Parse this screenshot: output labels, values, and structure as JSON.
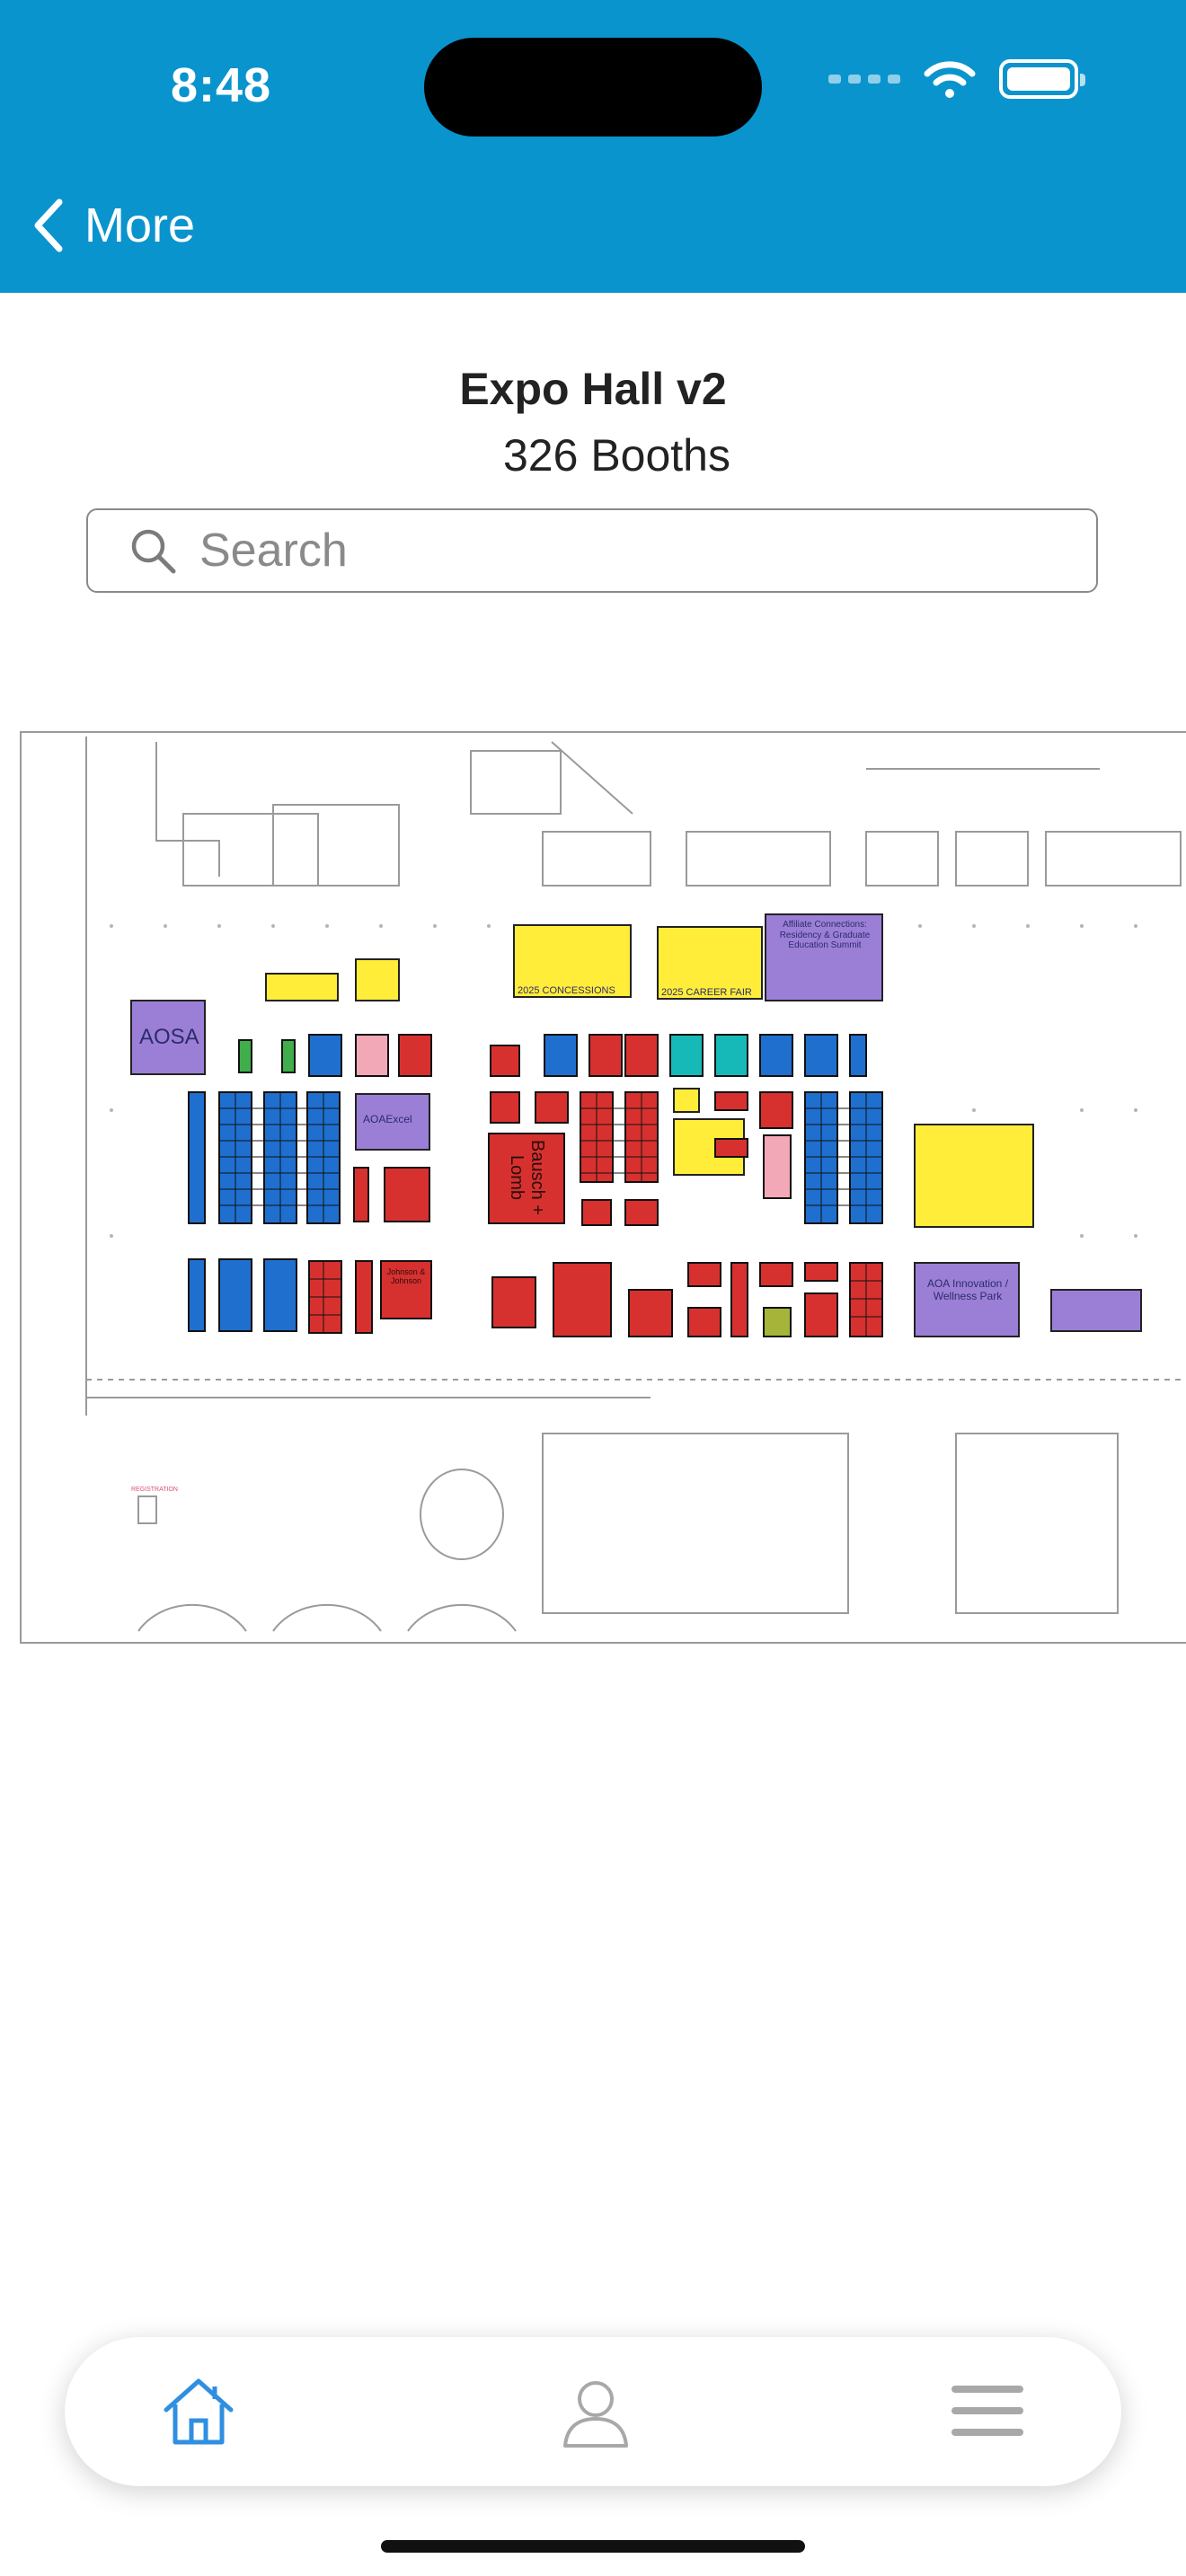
{
  "status": {
    "time": "8:48"
  },
  "nav": {
    "back_label": "More"
  },
  "page": {
    "title": "Expo Hall v2",
    "subtitle": "326 Booths"
  },
  "search": {
    "placeholder": "Search",
    "value": ""
  },
  "map": {
    "labels": {
      "aosa": "AOSA",
      "bausch": "Bausch + Lomb",
      "affiliate": "Affiliate Connections: Residency & Graduate Education Summit",
      "aoa_wellness": "AOA Innovation / Wellness Park",
      "concessions": "2025 CONCESSIONS",
      "career_fair": "2025 CAREER FAIR",
      "aoa_excel": "AOAExcel",
      "johnson": "Johnson & Johnson",
      "registration": "REGISTRATION"
    }
  },
  "tabbar": {
    "items": [
      "home",
      "profile",
      "menu"
    ]
  },
  "colors": {
    "header": "#0a94cd",
    "booth_red": "#d7312f",
    "booth_blue": "#1f6fcf",
    "booth_yellow": "#ffed3a",
    "booth_purple": "#9b7fd6",
    "tab_active": "#2f8fe0",
    "tab_inactive": "#a8a8a8"
  }
}
